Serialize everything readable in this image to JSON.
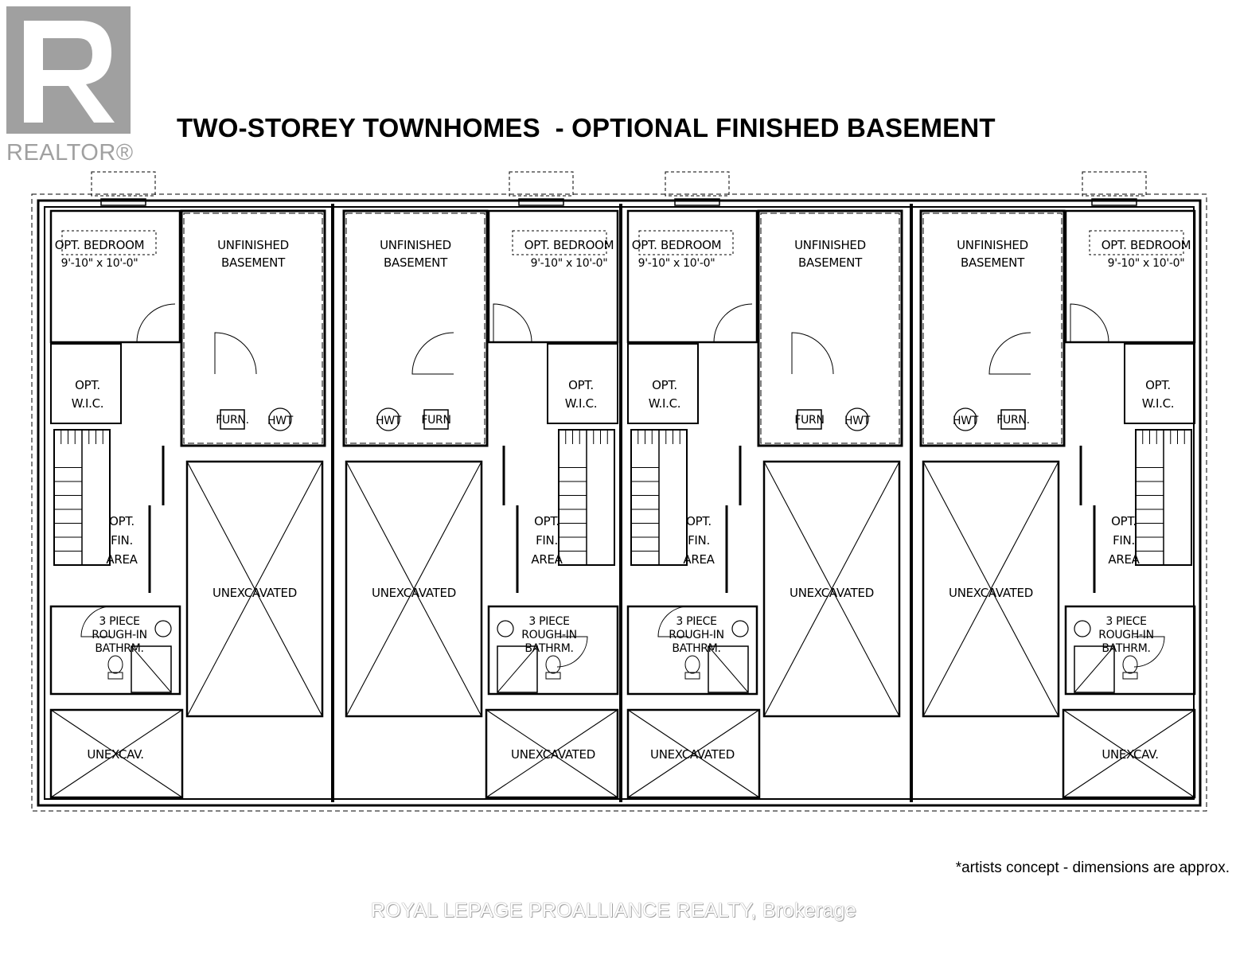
{
  "logo": {
    "wordmark": "REALTOR®"
  },
  "title": "TWO-STOREY TOWNHOMES  - OPTIONAL FINISHED BASEMENT",
  "units": [
    {
      "bedroom": "OPT. BEDROOM",
      "bedroom_dims": "9'-10\" x 10'-0\"",
      "basement_1": "UNFINISHED",
      "basement_2": "BASEMENT",
      "wic_1": "OPT.",
      "wic_2": "W.I.C.",
      "furn": "FURN.",
      "hwt": "HWT",
      "fin_1": "OPT.",
      "fin_2": "FIN.",
      "fin_3": "AREA",
      "bath_1": "3 PIECE",
      "bath_2": "ROUGH-IN",
      "bath_3": "BATHRM.",
      "unexcavated": "UNEXCAVATED",
      "unexcav_small": "UNEXCAV."
    },
    {
      "bedroom": "OPT. BEDROOM",
      "bedroom_dims": "9'-10\" x 10'-0\"",
      "basement_1": "UNFINISHED",
      "basement_2": "BASEMENT",
      "wic_1": "OPT.",
      "wic_2": "W.I.C.",
      "furn": "FURN",
      "hwt": "HWT",
      "fin_1": "OPT.",
      "fin_2": "FIN.",
      "fin_3": "AREA",
      "bath_1": "3 PIECE",
      "bath_2": "ROUGH-IN",
      "bath_3": "BATHRM.",
      "unexcavated": "UNEXCAVATED",
      "unexcav_small": "UNEXCAVATED"
    },
    {
      "bedroom": "OPT. BEDROOM",
      "bedroom_dims": "9'-10\" x 10'-0\"",
      "basement_1": "UNFINISHED",
      "basement_2": "BASEMENT",
      "wic_1": "OPT.",
      "wic_2": "W.I.C.",
      "furn": "FURN",
      "hwt": "HWT",
      "fin_1": "OPT.",
      "fin_2": "FIN.",
      "fin_3": "AREA",
      "bath_1": "3 PIECE",
      "bath_2": "ROUGH-IN",
      "bath_3": "BATHRM.",
      "unexcavated": "UNEXCAVATED",
      "unexcav_small": "UNEXCAVATED"
    },
    {
      "bedroom": "OPT. BEDROOM",
      "bedroom_dims": "9'-10\" x 10'-0\"",
      "basement_1": "UNFINISHED",
      "basement_2": "BASEMENT",
      "wic_1": "OPT.",
      "wic_2": "W.I.C.",
      "furn": "FURN.",
      "hwt": "HWT",
      "fin_1": "OPT.",
      "fin_2": "FIN.",
      "fin_3": "AREA",
      "bath_1": "3 PIECE",
      "bath_2": "ROUGH-IN",
      "bath_3": "BATHRM.",
      "unexcavated": "UNEXCAVATED",
      "unexcav_small": "UNEXCAV."
    }
  ],
  "footnote": "*artists concept - dimensions are approx.",
  "watermark": "ROYAL LEPAGE PROALLIANCE REALTY, Brokerage"
}
